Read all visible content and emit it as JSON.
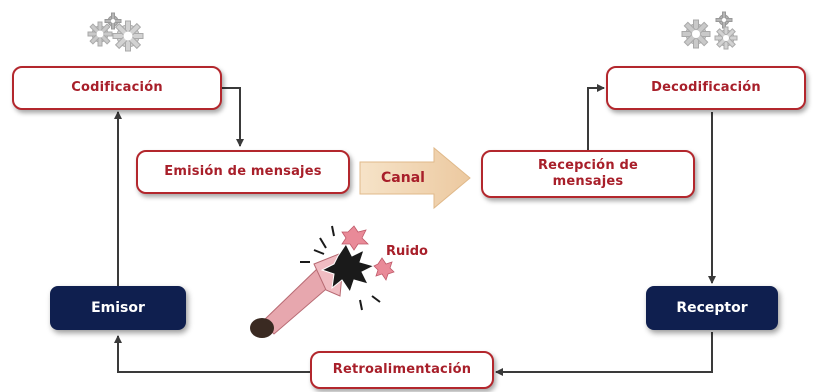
{
  "nodes": {
    "codificacion": "Codificación",
    "emision": "Emisión de mensajes",
    "canal": "Canal",
    "recepcion": "Recepción de mensajes",
    "decodificacion": "Decodificación",
    "emisor": "Emisor",
    "receptor": "Receptor",
    "retroalimentacion": "Retroalimentación",
    "ruido": "Ruido"
  },
  "colors": {
    "accent": "#a81f2a",
    "navy": "#0f1f4f",
    "canal_arrow": "#f1d7b5",
    "line": "#3a3a3a"
  },
  "icons": [
    "gears-icon",
    "gears-icon",
    "horn-noise-icon"
  ]
}
